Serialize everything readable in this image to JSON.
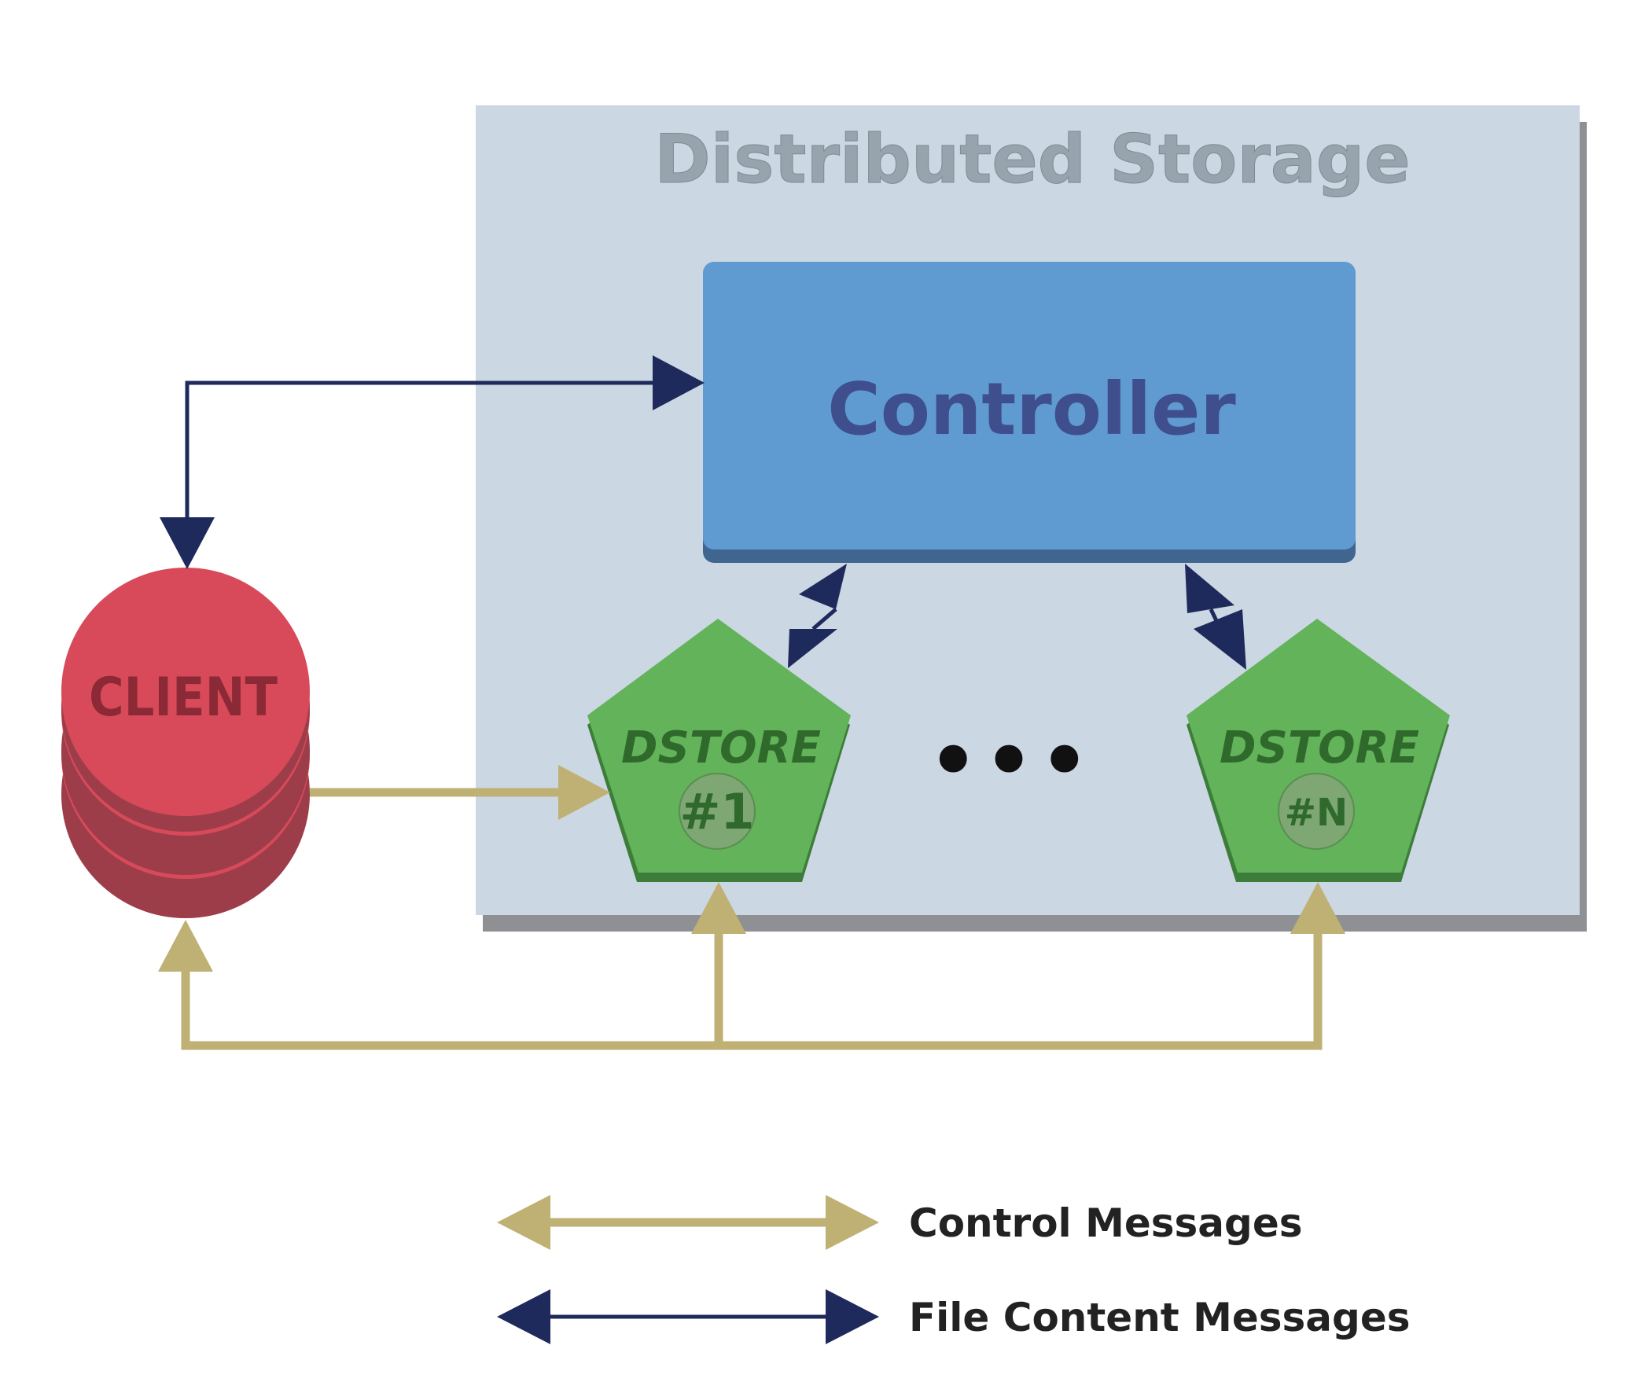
{
  "storage": {
    "title": "Distributed Storage"
  },
  "controller": {
    "label": "Controller"
  },
  "client": {
    "label": "CLIENT"
  },
  "dstores": [
    {
      "label": "DSTORE",
      "number": "#1"
    },
    {
      "label": "DSTORE",
      "number": "#N"
    }
  ],
  "ellipsis": "•••",
  "legend": {
    "control_label": "Control Messages",
    "file_label": "File Content Messages"
  },
  "colors": {
    "navy": "#1f2a5c",
    "gold": "#bfb074",
    "storage_bg": "#cbd7e3",
    "storage_title": "#97a4ae",
    "controller_bg": "#5f9bd1",
    "controller_text": "#3f4f8d",
    "client_red": "#d84a5a",
    "client_dark": "#9e3d4a",
    "client_text": "#8b2a36",
    "dstore_green": "#62b359",
    "dstore_text": "#2f6a2c"
  }
}
